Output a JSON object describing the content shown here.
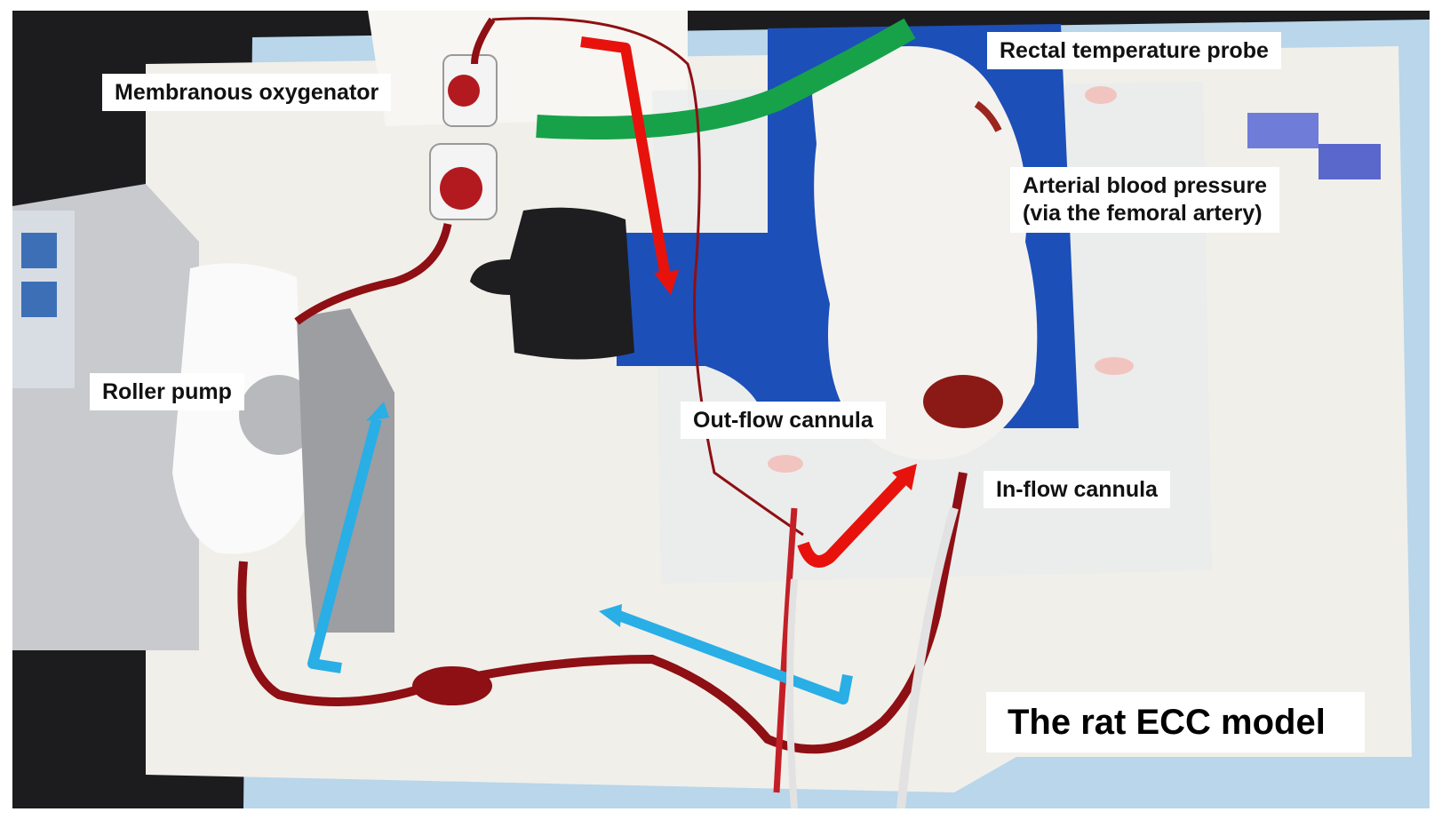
{
  "labels": {
    "oxygenator": "Membranous oxygenator",
    "rectal_probe": "Rectal temperature probe",
    "arterial_bp_line1": "Arterial blood pressure",
    "arterial_bp_line2": "(via the femoral artery)",
    "roller_pump": "Roller pump",
    "outflow_cannula": "Out-flow cannula",
    "inflow_cannula": "In-flow cannula"
  },
  "title": "The rat ECC model",
  "colors": {
    "flow_arrow_red": "#e8120c",
    "flow_arrow_blue": "#29aee6",
    "blood_tubing": "#8e0f14",
    "board": "#1d4fb8",
    "green_tube": "#17a24a"
  },
  "icons": [
    "red-flow-arrow",
    "blue-flow-arrow"
  ]
}
